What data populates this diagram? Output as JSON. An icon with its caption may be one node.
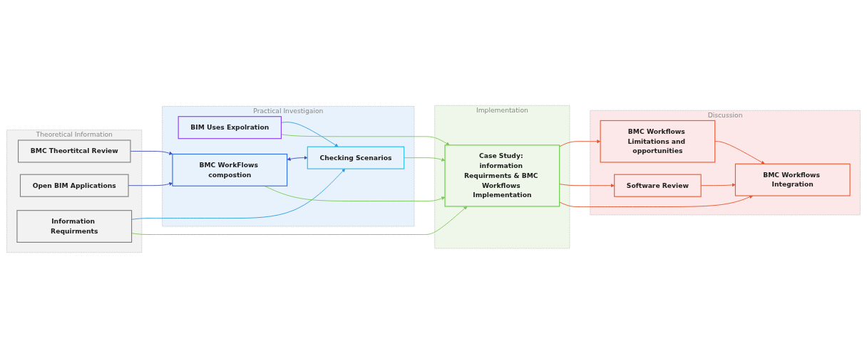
{
  "diagram": {
    "nodes": [
      {
        "text": [
          "Theoretical Information"
        ]
      },
      {
        "text": [
          "BMC Theortitcal Review"
        ],
        "in": 0
      },
      {
        "text": [
          "Open BIM Applications"
        ],
        "in": 0
      },
      {
        "text": [
          "Information Requirments"
        ],
        "in": 0
      },
      {
        "text": [
          "Practical Investigaion"
        ]
      },
      {
        "text": [
          "BIM Uses Expolration"
        ],
        "in": 4
      },
      {
        "text": [
          "BMC WorkFlows compostion"
        ],
        "in": 4
      },
      {
        "text": [
          "Checking Scenarios"
        ],
        "in": 4
      },
      {
        "text": [
          "Implementation"
        ]
      },
      {
        "text": [
          "Case Study: information Requirments & BMC Workflows Implementation"
        ],
        "in": 8
      },
      {
        "text": [
          "Discussion"
        ]
      },
      {
        "text": [
          "BMC Workflows Limitations and opportunities"
        ],
        "in": 10
      },
      {
        "text": [
          "Software Review"
        ],
        "in": 10
      },
      {
        "text": [
          "BMC Workflows Integration"
        ],
        "in": 10
      }
    ],
    "edges": [
      {
        "from": 1,
        "to": 6,
        "arrow": "to",
        "color": "#3f51b5"
      },
      {
        "from": 2,
        "to": 6,
        "arrow": "to",
        "color": "#3f51b5"
      },
      {
        "from": 6,
        "to": 7,
        "arrow": "both",
        "color": "#3f51b5"
      },
      {
        "from": 3,
        "to": 7,
        "arrow": "to",
        "color": "#2f9ee0"
      },
      {
        "from": 5,
        "to": 7,
        "arrow": "to",
        "color": "#2f9ee0"
      },
      {
        "from": 5,
        "to": 9,
        "arrow": "to",
        "color": "#7dc855"
      },
      {
        "from": 6,
        "to": 9,
        "arrow": "to",
        "color": "#7dc855"
      },
      {
        "from": 7,
        "to": 9,
        "arrow": "to",
        "color": "#7dc855"
      },
      {
        "from": 3,
        "to": 9,
        "arrow": "to",
        "color": "#7dc855"
      },
      {
        "from": 9,
        "to": 11,
        "arrow": "to",
        "color": "#e8532b"
      },
      {
        "from": 9,
        "to": 12,
        "arrow": "to",
        "color": "#e8532b"
      },
      {
        "from": 9,
        "to": 13,
        "arrow": "to",
        "color": "#e8532b"
      },
      {
        "from": 11,
        "to": 13,
        "arrow": "to",
        "color": "#e8532b"
      },
      {
        "from": 12,
        "to": 13,
        "arrow": "to",
        "color": "#e8532b"
      }
    ]
  }
}
